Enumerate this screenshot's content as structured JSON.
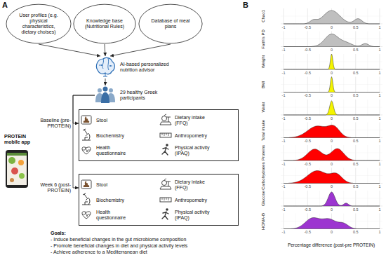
{
  "diagram": {
    "nodes": [
      {
        "text": [
          "User profiles (e.g. physical characteristics, dietary choises)"
        ]
      },
      {
        "text": [
          "Knowledge base (Nutritional Rules)"
        ]
      },
      {
        "text": [
          "Database of meal plans"
        ]
      },
      {
        "text": [
          "AI-based personalized nutrition advisor"
        ]
      },
      {
        "text": [
          "29 healthy Greek participants"
        ]
      },
      {
        "text": [
          "Baseline (pre-PROTEIN)",
          "Stool",
          "Dietary intake (FFQ)",
          "Biochemistry",
          "Anthropometry",
          "Health questionnaire",
          "Physical activity (IPAQ)"
        ]
      },
      {
        "text": [
          "Week 6 (post-PROTEIN)",
          "Stool",
          "Dietary intake (FFQ)",
          "Biochemistry",
          "Anthropometry",
          "Health questionnaire",
          "Physical activity (IPAQ)"
        ]
      }
    ],
    "edges": [
      {
        "from": 0,
        "to": 3,
        "arrow": "to"
      },
      {
        "from": 1,
        "to": 3,
        "arrow": "to"
      },
      {
        "from": 2,
        "to": 3,
        "arrow": "to"
      },
      {
        "from": 3,
        "to": 4,
        "arrow": "to"
      },
      {
        "from": 4,
        "to": 5,
        "arrow": "to"
      },
      {
        "from": 4,
        "to": 6,
        "arrow": "to"
      }
    ],
    "labels": [
      "A",
      "B",
      "PROTEIN mobile app",
      "Goals:",
      "- Induce beneficial changes in the gut microbiome composition",
      "- Promote beneficial changes in diet and physical activity levels",
      "- Achieve adherence to a Mediterranean diet",
      "Chao1",
      "Faith's PD",
      "Weight",
      "BMI",
      "Waist",
      "Total intake",
      "Proteins",
      "Carbohydrates",
      "Glucose",
      "HOMA-B",
      "-1",
      "-0.5",
      "0",
      "0.5",
      "1",
      "-1",
      "-0.5",
      "0",
      "0.5",
      "1",
      "-1",
      "-0.5",
      "0",
      "0.5",
      "1",
      "-1",
      "-0.5",
      "0",
      "0.5",
      "1",
      "-1",
      "-0.5",
      "0",
      "0.5",
      "1",
      "-1",
      "-0.5",
      "0",
      "0.5",
      "1",
      "-1",
      "-0.5",
      "0",
      "0.5",
      "1",
      "-1",
      "-0.5",
      "0",
      "0.5",
      "1",
      "-1",
      "-0.5",
      "0",
      "0.5",
      "1",
      "-1",
      "-0.5",
      "0",
      "0.5",
      "1",
      "Percentage difference (post-pre PROTEIN)"
    ]
  }
}
